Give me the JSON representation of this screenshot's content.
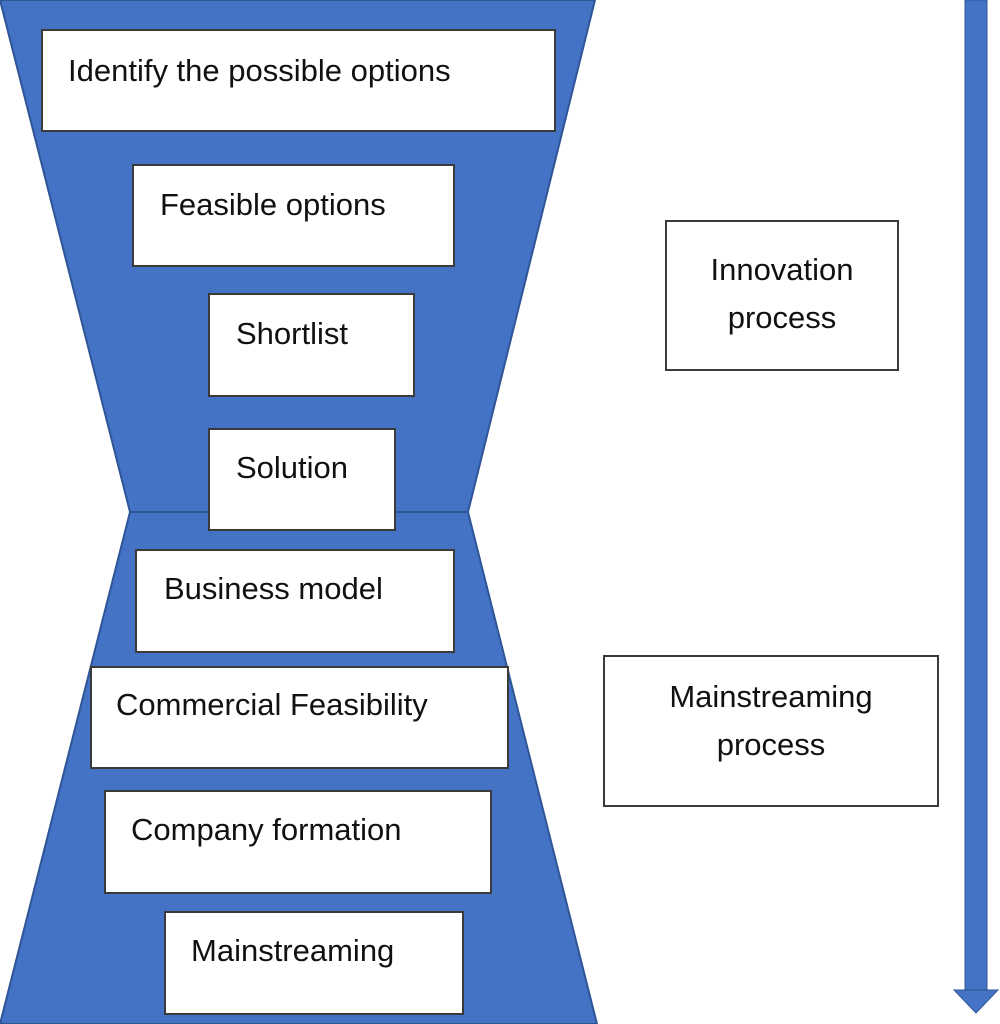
{
  "colors": {
    "funnel_fill": "#4472C4",
    "funnel_edge": "#2F5597",
    "arrow": "#4472C4",
    "box_border": "#3a3a3a",
    "box_fill": "#ffffff"
  },
  "innovation_steps": [
    "Identify the possible options",
    "Feasible options",
    "Shortlist",
    "Solution"
  ],
  "mainstreaming_steps": [
    "Business model",
    "Commercial Feasibility",
    "Company formation",
    "Mainstreaming"
  ],
  "phases": {
    "innovation": {
      "line1": "Innovation",
      "line2": "process"
    },
    "mainstreaming": {
      "line1": "Mainstreaming",
      "line2": "process"
    }
  },
  "arrow": {
    "direction": "down"
  }
}
